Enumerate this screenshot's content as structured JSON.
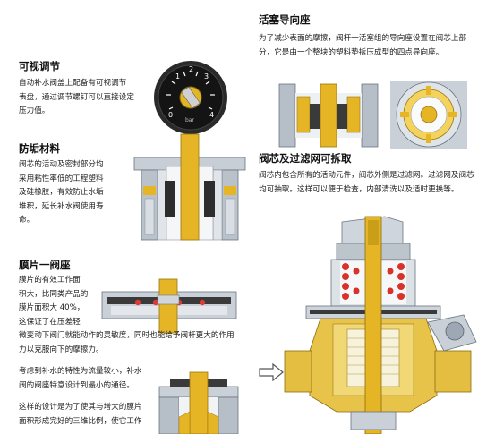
{
  "sections": {
    "gauge": {
      "title": "可视调节",
      "lines": [
        "自动补水阀盖上配备有可视调节",
        "表盘，通过调节螺钉可以直接设定",
        "压力值。"
      ],
      "gauge_ticks": [
        "0",
        "1",
        "2",
        "3",
        "4"
      ],
      "gauge_unit": "bar"
    },
    "scale": {
      "title": "防垢材料",
      "lines": [
        "阀芯的活动及密封部分均",
        "采用粘性率低的工程塑料",
        "及硅橡胶，有效防止水垢",
        "堆积，延长补水阀使用寿",
        "命。"
      ]
    },
    "diaphragm": {
      "title": "膜片一阀座",
      "lines_short": [
        "膜片的有效工作面",
        "积大，比同类产品的",
        "膜片面积大 40%，",
        "这保证了在压差轻"
      ],
      "lines_wide": [
        "微变动下阀门就能动作的灵敏度，同时也能给予阀杆更大的作用",
        "力以克服向下的摩擦力。"
      ],
      "para2": [
        "考虑到补水的特性为流量较小，补水",
        "阀的阀座特意设计到最小的通径。"
      ],
      "para3": [
        "这样的设计是为了使其与增大的膜片",
        "面积形成完好的三维比例，使它工作"
      ]
    },
    "guide": {
      "title": "活塞导向座",
      "lines": [
        "为了减少表面的摩擦，阀杆一活塞组的导向座设置在阀芯上部",
        "分，它是由一个整块的塑料垫拆压成型的四点导向座。"
      ]
    },
    "filter": {
      "title": "阀芯及过滤网可拆取",
      "lines": [
        "阀芯内包含所有的活动元件，阀芯外侧是过滤网。过滤网及阀芯",
        "均可抽取。这样可以便于检查，内部清洗以及适时更换等。"
      ]
    }
  },
  "colors": {
    "brass": "#d9a81c",
    "brass_light": "#f1cf52",
    "steel": "#9ea8b4",
    "steel_light": "#d9dee4",
    "spring_red": "#d9322b",
    "gauge_face": "#1c1c1c",
    "arrow_outline": "#555555"
  },
  "icons": [
    "pressure-gauge-icon",
    "arrow-right-outline-icon"
  ]
}
